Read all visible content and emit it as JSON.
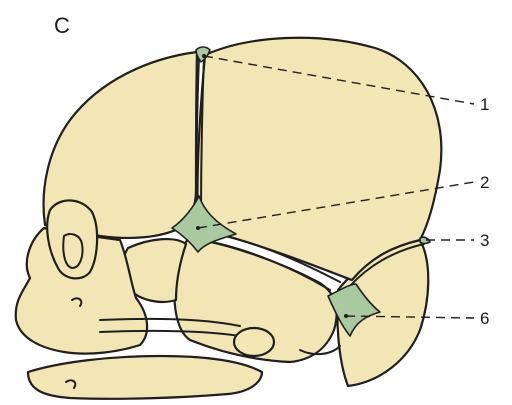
{
  "panel_letter": "C",
  "labels": [
    {
      "id": "1",
      "text": "1"
    },
    {
      "id": "2",
      "text": "2"
    },
    {
      "id": "3",
      "text": "3"
    },
    {
      "id": "6",
      "text": "6"
    }
  ],
  "colors": {
    "bone": "#f2e6b4",
    "fontanelle": "#a9c9a0",
    "outline": "#1f1f1f"
  }
}
